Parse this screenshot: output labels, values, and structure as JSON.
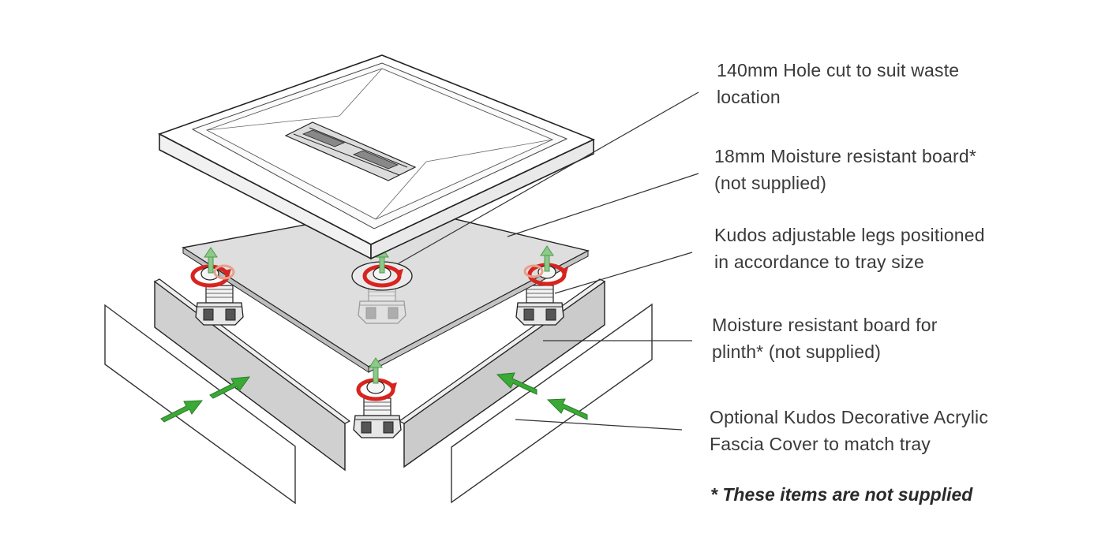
{
  "labels": [
    {
      "lines": [
        "140mm Hole cut to suit waste",
        "location"
      ]
    },
    {
      "lines": [
        "18mm Moisture resistant board*",
        "(not supplied)"
      ]
    },
    {
      "lines": [
        "Kudos adjustable legs positioned",
        "in accordance to tray size"
      ]
    },
    {
      "lines": [
        "Moisture resistant board for",
        "plinth* (not supplied)"
      ]
    },
    {
      "lines": [
        "Optional Kudos Decorative Acrylic",
        "Fascia Cover to match tray"
      ]
    }
  ],
  "note": "* These items are not supplied",
  "colors": {
    "arrow_green": "#3aa935",
    "rotation_red": "#d8241f",
    "board_grey": "#d4d4d4",
    "plinth_grey": "#cdcdcd",
    "line": "#333333"
  }
}
